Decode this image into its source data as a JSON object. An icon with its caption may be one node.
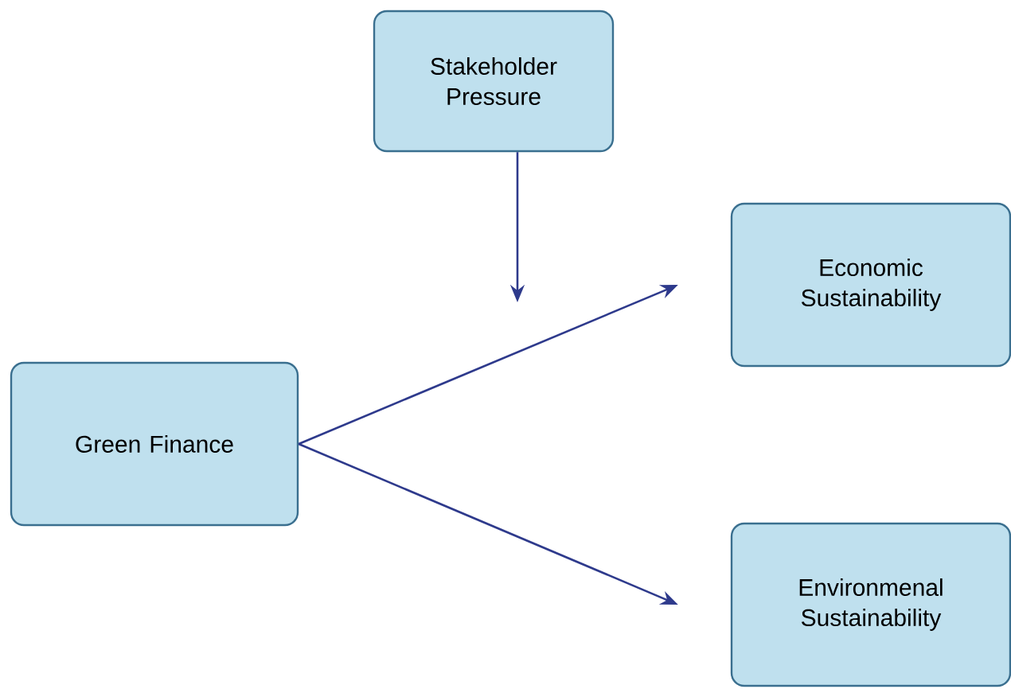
{
  "diagram": {
    "nodes": [
      {
        "text": [
          "Stakeholder Pressure"
        ]
      },
      {
        "text": [
          "Economic Sustainability"
        ]
      },
      {
        "text": [
          "Green Finance"
        ]
      },
      {
        "text": [
          "Environmenal Sustainability"
        ]
      }
    ],
    "edges": [
      {
        "from": 0,
        "to": null,
        "arrow": "to"
      },
      {
        "from": 2,
        "to": 1,
        "arrow": "to"
      },
      {
        "from": 2,
        "to": 3,
        "arrow": "to"
      }
    ]
  }
}
